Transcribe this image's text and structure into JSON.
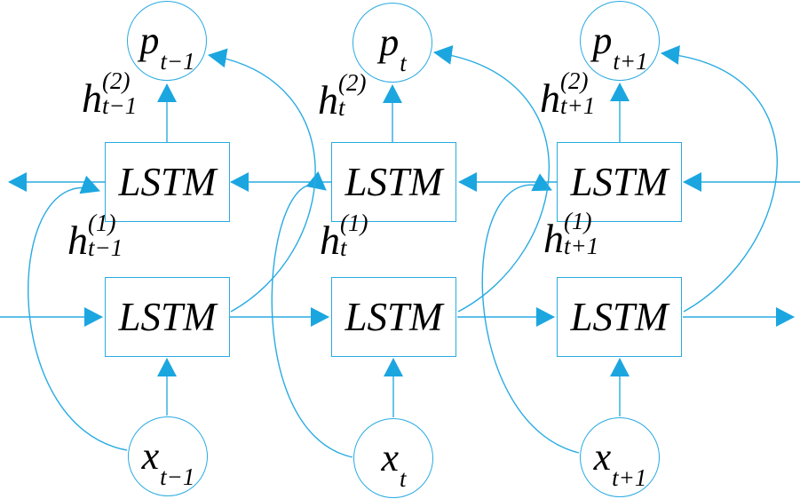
{
  "colors": {
    "stroke": "#29abe2",
    "arrow_fill": "#1ba6e0",
    "text": "#000000",
    "background": "#ffffff"
  },
  "columns": [
    {
      "time": "t−1",
      "output_node": {
        "base": "p",
        "sub": "t−1"
      },
      "backward_lstm_label": "LSTM",
      "forward_lstm_label": "LSTM",
      "hidden_label_layer2": {
        "base": "h",
        "sup": "(2)",
        "sub": "t−1"
      },
      "hidden_label_layer1": {
        "base": "h",
        "sup": "(1)",
        "sub": "t−1"
      },
      "input_node": {
        "base": "x",
        "sub": "t−1"
      }
    },
    {
      "time": "t",
      "output_node": {
        "base": "p",
        "sub": "t"
      },
      "backward_lstm_label": "LSTM",
      "forward_lstm_label": "LSTM",
      "hidden_label_layer2": {
        "base": "h",
        "sup": "(2)",
        "sub": "t"
      },
      "hidden_label_layer1": {
        "base": "h",
        "sup": "(1)",
        "sub": "t"
      },
      "input_node": {
        "base": "x",
        "sub": "t"
      }
    },
    {
      "time": "t+1",
      "output_node": {
        "base": "p",
        "sub": "t+1"
      },
      "backward_lstm_label": "LSTM",
      "forward_lstm_label": "LSTM",
      "hidden_label_layer2": {
        "base": "h",
        "sup": "(2)",
        "sub": "t+1"
      },
      "hidden_label_layer1": {
        "base": "h",
        "sup": "(1)",
        "sub": "t+1"
      },
      "input_node": {
        "base": "x",
        "sub": "t+1"
      }
    }
  ],
  "edges": [
    {
      "from": "left-canvas-edge",
      "to": "forward-lstm-t-1",
      "shape": "straight",
      "direction": "right"
    },
    {
      "from": "forward-lstm-t-1",
      "to": "forward-lstm-t",
      "shape": "straight",
      "direction": "right"
    },
    {
      "from": "forward-lstm-t",
      "to": "forward-lstm-t+1",
      "shape": "straight",
      "direction": "right"
    },
    {
      "from": "forward-lstm-t+1",
      "to": "right-canvas-edge",
      "shape": "straight",
      "direction": "right"
    },
    {
      "from": "right-canvas-edge",
      "to": "backward-lstm-t+1",
      "shape": "straight",
      "direction": "left"
    },
    {
      "from": "backward-lstm-t+1",
      "to": "backward-lstm-t",
      "shape": "straight",
      "direction": "left"
    },
    {
      "from": "backward-lstm-t",
      "to": "backward-lstm-t-1",
      "shape": "straight",
      "direction": "left"
    },
    {
      "from": "backward-lstm-t-1",
      "to": "left-canvas-edge",
      "shape": "straight",
      "direction": "left"
    },
    {
      "from": "input-x-t-1",
      "to": "forward-lstm-t-1",
      "shape": "straight",
      "direction": "up"
    },
    {
      "from": "input-x-t",
      "to": "forward-lstm-t",
      "shape": "straight",
      "direction": "up"
    },
    {
      "from": "input-x-t+1",
      "to": "forward-lstm-t+1",
      "shape": "straight",
      "direction": "up"
    },
    {
      "from": "backward-lstm-t-1",
      "to": "output-p-t-1",
      "shape": "straight",
      "direction": "up"
    },
    {
      "from": "backward-lstm-t",
      "to": "output-p-t",
      "shape": "straight",
      "direction": "up"
    },
    {
      "from": "backward-lstm-t+1",
      "to": "output-p-t+1",
      "shape": "straight",
      "direction": "up"
    },
    {
      "from": "input-x-t-1",
      "to": "backward-lstm-t-1",
      "shape": "arc-bulging-left"
    },
    {
      "from": "input-x-t",
      "to": "backward-lstm-t",
      "shape": "arc-bulging-left"
    },
    {
      "from": "input-x-t+1",
      "to": "backward-lstm-t+1",
      "shape": "arc-bulging-left"
    },
    {
      "from": "forward-lstm-t-1",
      "to": "output-p-t-1",
      "shape": "arc-bulging-right"
    },
    {
      "from": "forward-lstm-t",
      "to": "output-p-t",
      "shape": "arc-bulging-right"
    },
    {
      "from": "forward-lstm-t+1",
      "to": "output-p-t+1",
      "shape": "arc-bulging-right"
    }
  ]
}
